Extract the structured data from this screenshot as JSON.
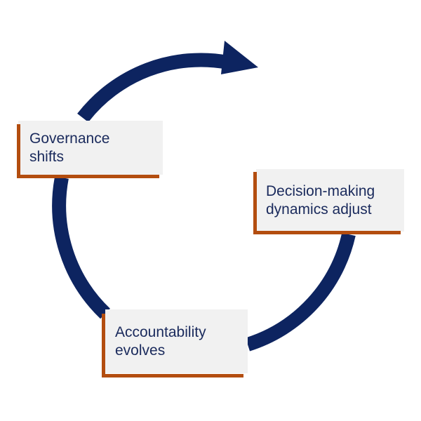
{
  "colors": {
    "arrow": "#0d2460",
    "card_background": "#f1f1f1",
    "card_accent": "#b34d0f",
    "text": "#1a2a5c"
  },
  "cycle": {
    "direction": "clockwise",
    "steps": [
      {
        "lines": [
          "Governance",
          "shifts"
        ]
      },
      {
        "lines": [
          "Decision-making",
          "dynamics adjust"
        ]
      },
      {
        "lines": [
          "Accountability",
          "evolves"
        ]
      }
    ]
  }
}
